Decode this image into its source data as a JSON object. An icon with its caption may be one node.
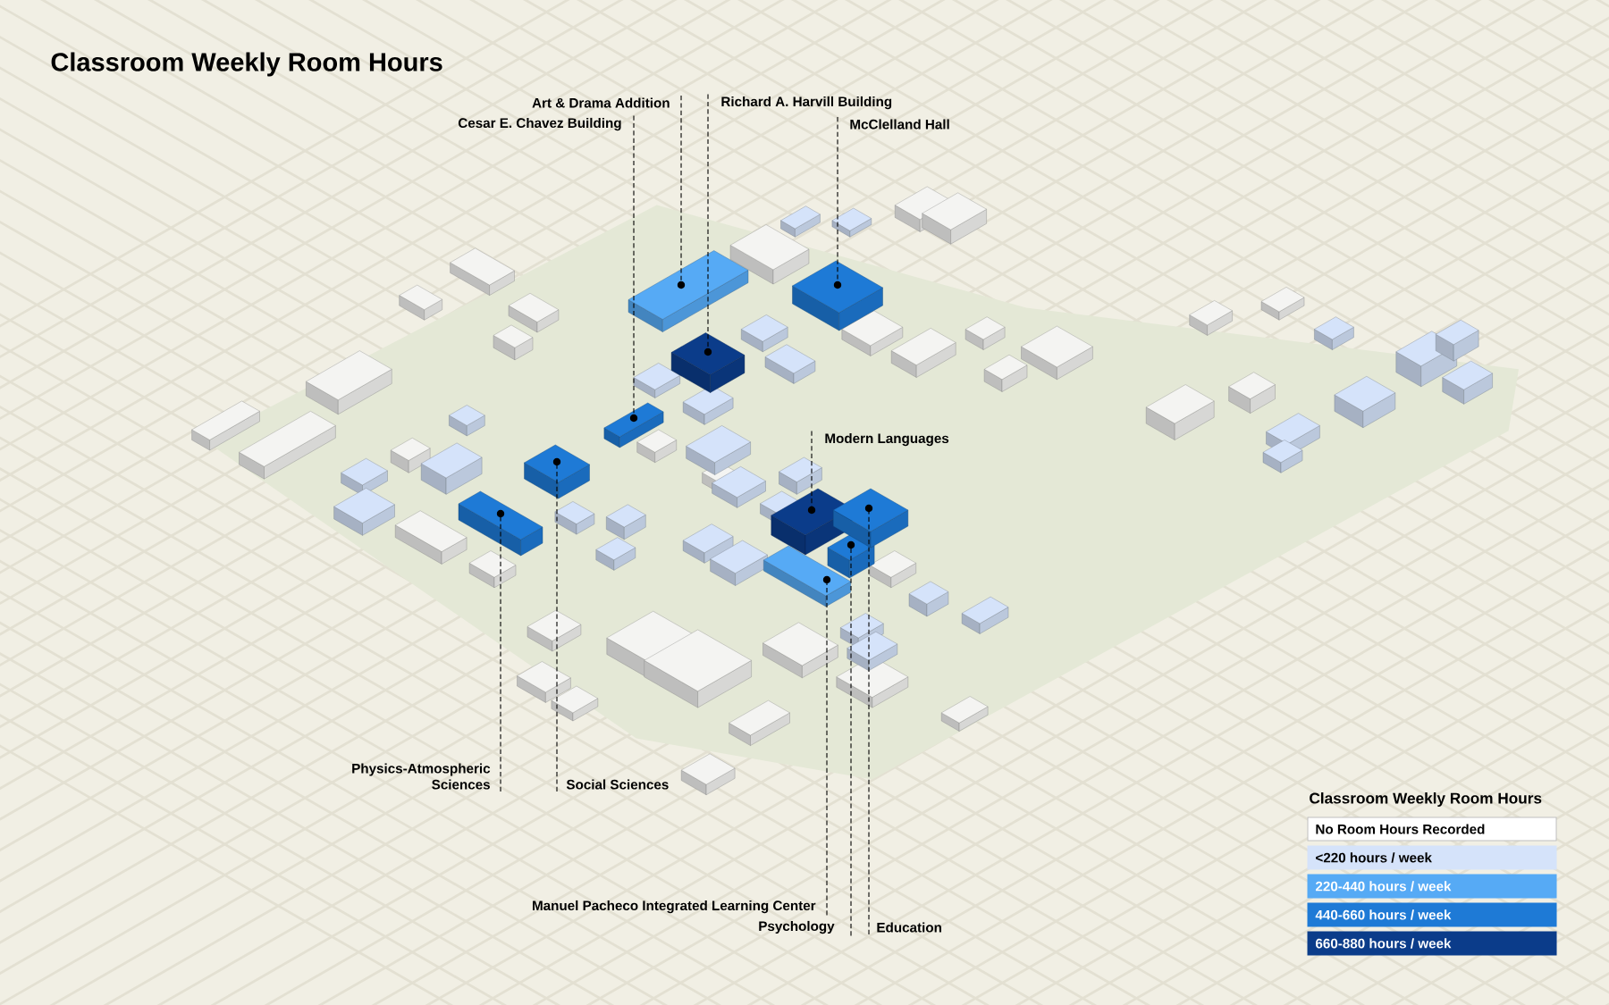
{
  "diagram": {
    "title": "Classroom Weekly Room Hours",
    "nodes": [
      {
        "text": [
          "Art & Drama Addition"
        ]
      },
      {
        "text": [
          "Richard A. Harvill Building"
        ]
      },
      {
        "text": [
          "Cesar E. Chavez Building"
        ]
      },
      {
        "text": [
          "McClelland Hall"
        ]
      },
      {
        "text": [
          "Modern Languages"
        ]
      },
      {
        "text": [
          "Physics-Atmospheric Sciences"
        ]
      },
      {
        "text": [
          "Social Sciences"
        ]
      },
      {
        "text": [
          "Manuel Pacheco Integrated Learning Center"
        ]
      },
      {
        "text": [
          "Psychology"
        ]
      },
      {
        "text": [
          "Education"
        ]
      },
      {
        "text": [],
        "shape": "box"
      },
      {
        "text": [],
        "shape": "box"
      },
      {
        "text": [],
        "shape": "box"
      },
      {
        "text": [],
        "shape": "box"
      },
      {
        "text": [],
        "shape": "box"
      },
      {
        "text": [],
        "shape": "box"
      },
      {
        "text": [],
        "shape": "box"
      },
      {
        "text": [],
        "shape": "box"
      },
      {
        "text": [],
        "shape": "box"
      },
      {
        "text": [],
        "shape": "box"
      }
    ],
    "edges": [
      {
        "from": 0,
        "to": 13,
        "arrow": "none",
        "style": "dashed"
      },
      {
        "from": 1,
        "to": 14,
        "arrow": "none",
        "style": "dashed"
      },
      {
        "from": 2,
        "to": 12,
        "arrow": "none",
        "style": "dashed"
      },
      {
        "from": 3,
        "to": 17,
        "arrow": "none",
        "style": "dashed"
      },
      {
        "from": 4,
        "to": 15,
        "arrow": "none",
        "style": "dashed"
      },
      {
        "from": 5,
        "to": 10,
        "arrow": "none",
        "style": "dashed"
      },
      {
        "from": 6,
        "to": 11,
        "arrow": "none",
        "style": "dashed"
      },
      {
        "from": 7,
        "to": 16,
        "arrow": "none",
        "style": "dashed"
      },
      {
        "from": 8,
        "to": 18,
        "arrow": "none",
        "style": "dashed"
      },
      {
        "from": 9,
        "to": 19,
        "arrow": "none",
        "style": "dashed"
      }
    ],
    "labels": [
      "Classroom Weekly Room Hours"
    ],
    "legend": [
      {
        "text": "No Room Hours Recorded",
        "color": "#ffffff"
      },
      {
        "text": "<220 hours / week",
        "color": "#d5e3fa"
      },
      {
        "text": "220-440 hours / week",
        "color": "#56aaf5"
      },
      {
        "text": "440-660 hours / week",
        "color": "#1e7ad6"
      },
      {
        "text": "660-880 hours / week",
        "color": "#0b3c8a"
      }
    ]
  }
}
